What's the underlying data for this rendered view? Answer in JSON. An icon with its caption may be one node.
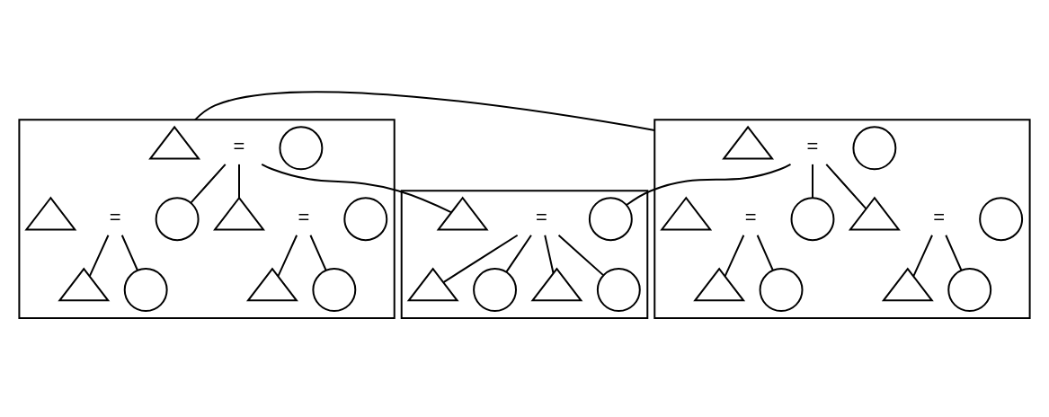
{
  "diagram": {
    "nodes": [
      {
        "text": [],
        "shape": "box"
      },
      {
        "text": [],
        "shape": "box"
      },
      {
        "text": [],
        "shape": "box"
      },
      {
        "text": [],
        "shape": "triangle",
        "in": 0
      },
      {
        "text": [
          "="
        ],
        "in": 0
      },
      {
        "text": [],
        "shape": "circle",
        "in": 0
      },
      {
        "text": [],
        "shape": "triangle",
        "in": 0
      },
      {
        "text": [
          "="
        ],
        "in": 0
      },
      {
        "text": [],
        "shape": "circle",
        "in": 0
      },
      {
        "text": [],
        "shape": "triangle",
        "in": 0
      },
      {
        "text": [
          "="
        ],
        "in": 0
      },
      {
        "text": [],
        "shape": "circle",
        "in": 0
      },
      {
        "text": [],
        "shape": "triangle",
        "in": 0
      },
      {
        "text": [],
        "shape": "circle",
        "in": 0
      },
      {
        "text": [],
        "shape": "triangle",
        "in": 0
      },
      {
        "text": [],
        "shape": "circle",
        "in": 0
      },
      {
        "text": [],
        "shape": "triangle",
        "in": 1
      },
      {
        "text": [
          "="
        ],
        "in": 1
      },
      {
        "text": [],
        "shape": "circle",
        "in": 1
      },
      {
        "text": [],
        "shape": "triangle",
        "in": 1
      },
      {
        "text": [],
        "shape": "circle",
        "in": 1
      },
      {
        "text": [],
        "shape": "triangle",
        "in": 1
      },
      {
        "text": [],
        "shape": "circle",
        "in": 1
      },
      {
        "text": [],
        "shape": "triangle",
        "in": 2
      },
      {
        "text": [
          "="
        ],
        "in": 2
      },
      {
        "text": [],
        "shape": "circle",
        "in": 2
      },
      {
        "text": [],
        "shape": "triangle",
        "in": 2
      },
      {
        "text": [
          "="
        ],
        "in": 2
      },
      {
        "text": [],
        "shape": "circle",
        "in": 2
      },
      {
        "text": [],
        "shape": "triangle",
        "in": 2
      },
      {
        "text": [
          "="
        ],
        "in": 2
      },
      {
        "text": [],
        "shape": "circle",
        "in": 2
      },
      {
        "text": [],
        "shape": "triangle",
        "in": 2
      },
      {
        "text": [],
        "shape": "circle",
        "in": 2
      },
      {
        "text": [],
        "shape": "triangle",
        "in": 2
      },
      {
        "text": [],
        "shape": "circle",
        "in": 2
      }
    ],
    "edges": [
      {
        "from": 4,
        "to": 6,
        "arrow": "none"
      },
      {
        "from": 4,
        "to": 11,
        "arrow": "none"
      },
      {
        "from": 4,
        "to": 16,
        "arrow": "none"
      },
      {
        "from": 7,
        "to": 12,
        "arrow": "none"
      },
      {
        "from": 7,
        "to": 13,
        "arrow": "none"
      },
      {
        "from": 10,
        "to": 14,
        "arrow": "none"
      },
      {
        "from": 10,
        "to": 15,
        "arrow": "none"
      },
      {
        "from": 17,
        "to": 19,
        "arrow": "none"
      },
      {
        "from": 17,
        "to": 20,
        "arrow": "none"
      },
      {
        "from": 17,
        "to": 21,
        "arrow": "none"
      },
      {
        "from": 17,
        "to": 22,
        "arrow": "none"
      },
      {
        "from": 24,
        "to": 18,
        "arrow": "none"
      },
      {
        "from": 24,
        "to": 26,
        "arrow": "none"
      },
      {
        "from": 24,
        "to": 31,
        "arrow": "none"
      },
      {
        "from": 27,
        "to": 32,
        "arrow": "none"
      },
      {
        "from": 27,
        "to": 33,
        "arrow": "none"
      },
      {
        "from": 30,
        "to": 34,
        "arrow": "none"
      },
      {
        "from": 30,
        "to": 35,
        "arrow": "none"
      },
      {
        "from": 0,
        "to": 2,
        "arrow": "none"
      }
    ]
  }
}
